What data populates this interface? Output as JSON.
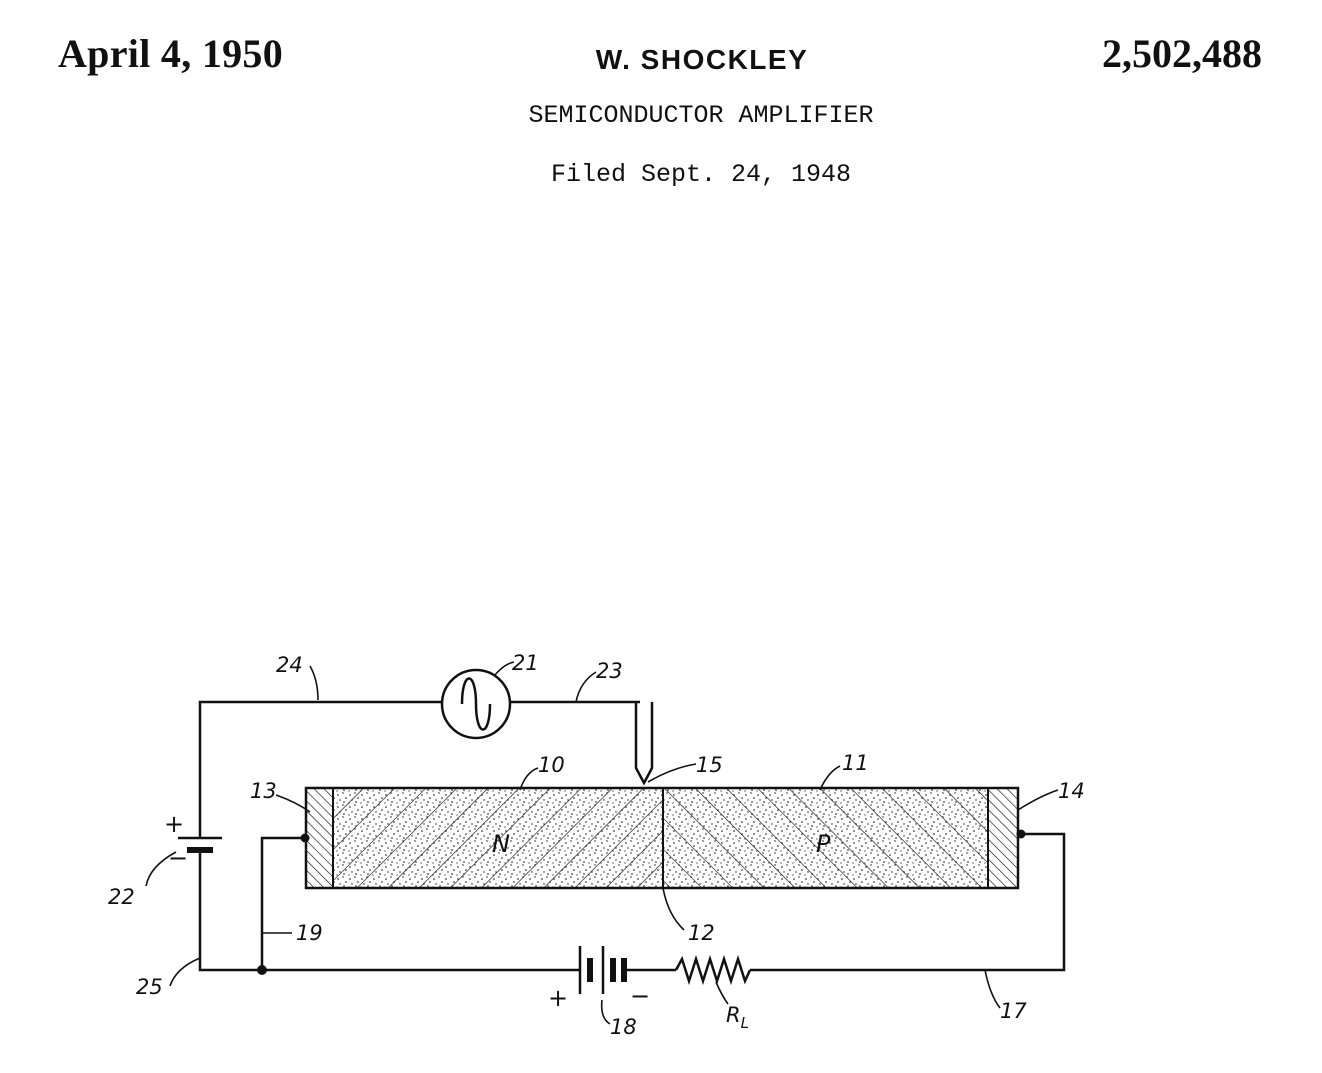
{
  "header": {
    "date": "April 4, 1950",
    "inventor": "W. SHOCKLEY",
    "patent_number": "2,502,488",
    "title": "SEMICONDUCTOR AMPLIFIER",
    "filed": "Filed Sept. 24, 1948"
  },
  "figure": {
    "regions": {
      "n_type": "N",
      "p_type": "P"
    },
    "references": {
      "n_region": "10",
      "p_region": "11",
      "junction": "12",
      "left_electrode": "13",
      "right_electrode": "14",
      "point_contact": "15",
      "output_wire": "17",
      "output_battery": "18",
      "ground_wire": "19",
      "signal_source": "21",
      "bias_battery": "22",
      "signal_wire_right": "23",
      "signal_wire_left": "24",
      "bias_wire": "25"
    },
    "load_resistor_label": "R",
    "load_resistor_subscript": "L",
    "polarity": {
      "bias_plus": "+",
      "bias_minus": "−",
      "battery_plus": "+",
      "battery_minus": "−"
    }
  },
  "colors": {
    "ink": "#111111",
    "paper": "#ffffff"
  }
}
